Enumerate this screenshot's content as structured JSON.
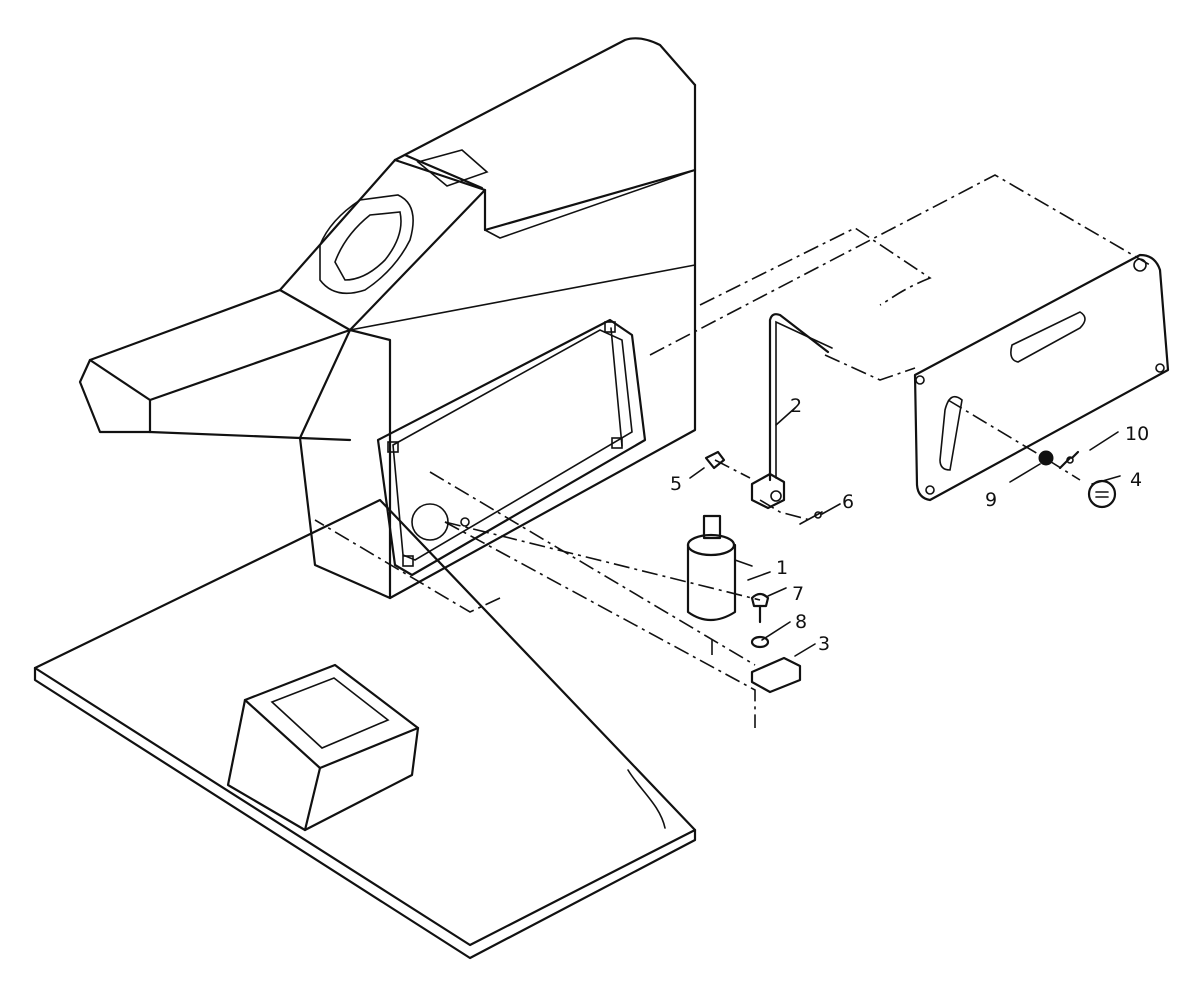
{
  "diagram": {
    "callouts": [
      {
        "id": "part-1",
        "label": "1"
      },
      {
        "id": "part-2",
        "label": "2"
      },
      {
        "id": "part-3",
        "label": "3"
      },
      {
        "id": "part-4",
        "label": "4"
      },
      {
        "id": "part-5",
        "label": "5"
      },
      {
        "id": "part-6",
        "label": "6"
      },
      {
        "id": "part-7",
        "label": "7"
      },
      {
        "id": "part-8",
        "label": "8"
      },
      {
        "id": "part-9",
        "label": "9"
      },
      {
        "id": "part-10",
        "label": "10"
      }
    ]
  }
}
